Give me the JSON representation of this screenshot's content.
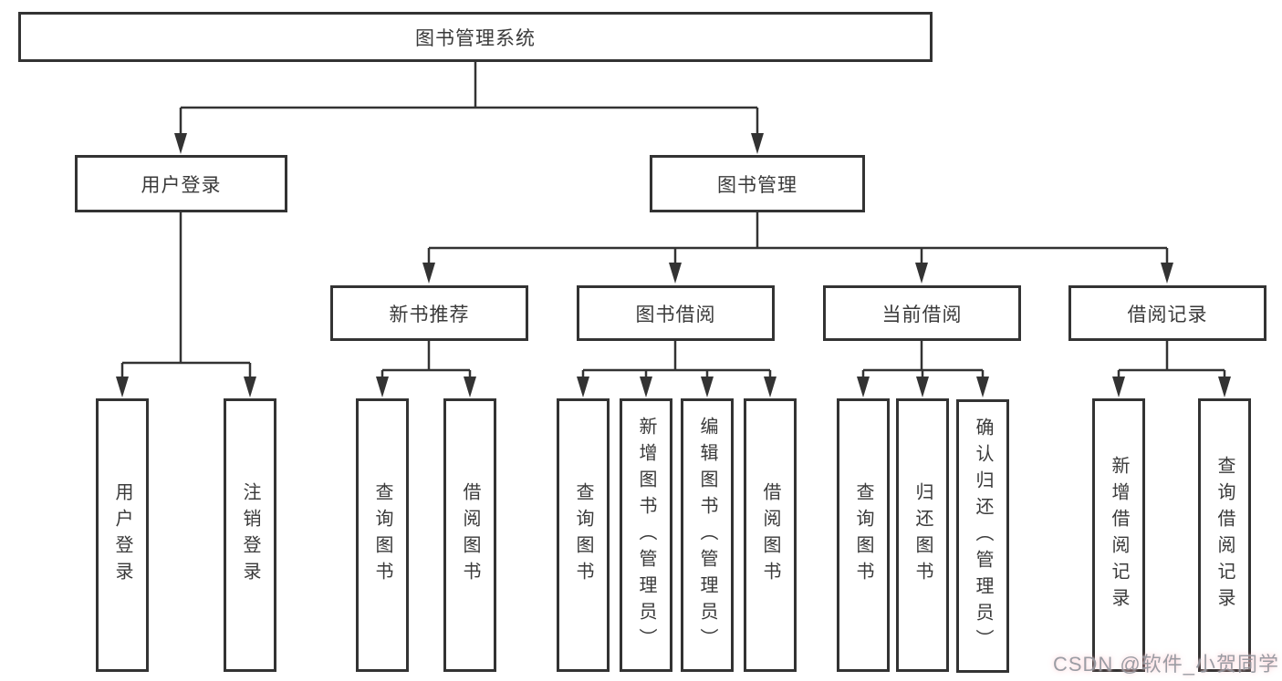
{
  "diagram": {
    "root": {
      "label": "图书管理系统"
    },
    "level2": [
      {
        "label": "用户登录"
      },
      {
        "label": "图书管理"
      }
    ],
    "level3": [
      {
        "label": "新书推荐"
      },
      {
        "label": "图书借阅"
      },
      {
        "label": "当前借阅"
      },
      {
        "label": "借阅记录"
      }
    ],
    "leaves": [
      {
        "label": "用户登录"
      },
      {
        "label": "注销登录"
      },
      {
        "label": "查询图书"
      },
      {
        "label": "借阅图书"
      },
      {
        "label": "查询图书"
      },
      {
        "label": "新增图书（管理员）"
      },
      {
        "label": "编辑图书（管理员）"
      },
      {
        "label": "借阅图书"
      },
      {
        "label": "查询图书"
      },
      {
        "label": "归还图书"
      },
      {
        "label": "确认归还（管理员）"
      },
      {
        "label": "新增借阅记录"
      },
      {
        "label": "查询借阅记录"
      }
    ],
    "watermark": "CSDN @软件_小贺同学",
    "colors": {
      "line": "#333333",
      "box_border": "#333333",
      "text": "#3a3a3a",
      "background": "#ffffff",
      "watermark": "#8a8e96"
    }
  }
}
